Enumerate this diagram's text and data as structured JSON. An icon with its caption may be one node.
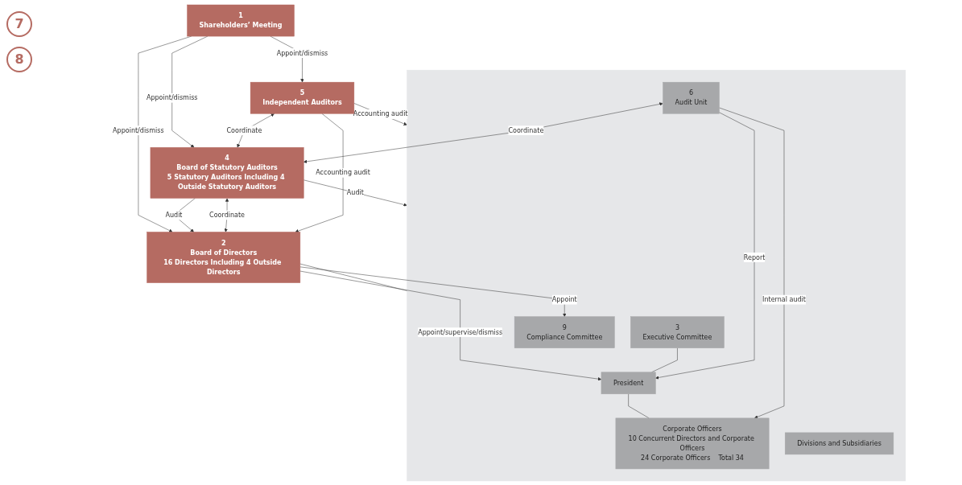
{
  "diagram": {
    "nodes": [
      {
        "text": [
          "1",
          "Shareholders’ Meeting"
        ]
      },
      {
        "text": [
          "5",
          "Independent Auditors"
        ]
      },
      {
        "text": [
          "4",
          "Board of Statutory Auditors",
          "5 Statutory Auditors Including 4 Outside Statutory Auditors"
        ]
      },
      {
        "text": [
          "2",
          "Board of Directors",
          "16 Directors Including 4 Outside Directors"
        ]
      },
      {
        "text": [],
        "shape": "box"
      },
      {
        "text": [
          "3",
          "Executive Committee"
        ],
        "in": 4
      },
      {
        "text": [
          "President"
        ],
        "in": 4
      },
      {
        "text": [
          "6",
          "Audit Unit"
        ],
        "in": 4
      },
      {
        "text": [
          "Corporate Officers",
          "10 Concurrent Directors and Corporate Officers",
          "24 Corporate Officers    Total 34"
        ],
        "in": 4
      },
      {
        "text": [
          "Divisions and Subsidiaries"
        ],
        "in": 4
      },
      {
        "text": [
          "9",
          "Compliance Committee"
        ],
        "in": 4
      }
    ],
    "edges": [
      {
        "from": 0,
        "to": 1,
        "arrow": "to",
        "label": "Appoint/dismiss"
      },
      {
        "from": 0,
        "to": 2,
        "arrow": "to",
        "label": "Appoint/dismiss"
      },
      {
        "from": 0,
        "to": 3,
        "arrow": "to",
        "label": "Appoint/dismiss"
      },
      {
        "from": 1,
        "to": 2,
        "arrow": "both",
        "label": "Coordinate"
      },
      {
        "from": 2,
        "to": 3,
        "arrow": "to",
        "label": "Audit"
      },
      {
        "from": 2,
        "to": 3,
        "arrow": "both",
        "label": "Coordinate"
      },
      {
        "from": 1,
        "to": 3,
        "arrow": "to",
        "label": "Accounting audit"
      },
      {
        "from": 1,
        "to": 4,
        "arrow": "to",
        "label": "Accounting audit"
      },
      {
        "from": 7,
        "to": 2,
        "arrow": "both",
        "label": "Coordinate"
      },
      {
        "from": 2,
        "to": 4,
        "arrow": "to",
        "label": "Audit"
      },
      {
        "from": 3,
        "to": 4,
        "arrow": "none"
      },
      {
        "from": 3,
        "to": 6,
        "arrow": "to",
        "label": "Appoint/supervise/dismiss"
      },
      {
        "from": 3,
        "to": 10,
        "arrow": "to",
        "label": "Appoint"
      },
      {
        "from": 5,
        "to": 6,
        "arrow": "none"
      },
      {
        "from": 6,
        "to": 8,
        "arrow": "none"
      },
      {
        "from": 7,
        "to": 6,
        "arrow": "to",
        "label": "Report"
      },
      {
        "from": 7,
        "to": 8,
        "arrow": "to",
        "label": "Internal audit"
      }
    ],
    "labels": [
      "7",
      "8"
    ]
  }
}
